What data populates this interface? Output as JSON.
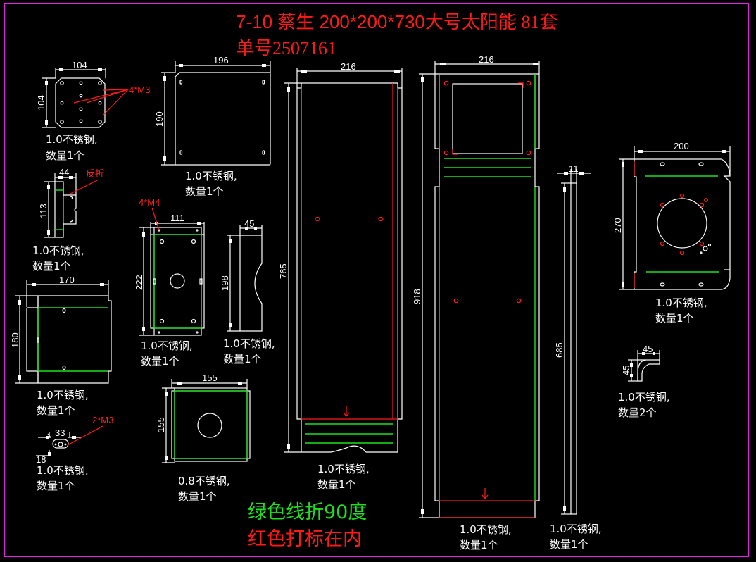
{
  "title": {
    "line1_part1": "7-10 蔡生 200*200*730",
    "line1_part2": "大号太阳能 81套",
    "line2": "单号2507161"
  },
  "legend": {
    "green_rule": "绿色线折90度",
    "red_rule": "红色打标在内"
  },
  "colors": {
    "background": "#000000",
    "outline": "#ffffff",
    "bend_line": "#1ee01e",
    "mark_line": "#ff1a1a",
    "frame": "#e81ee8"
  },
  "parts": [
    {
      "id": "plate-104",
      "dims": {
        "width": "104",
        "height": "104"
      },
      "callout": "4*M3",
      "material": "1.0不锈钢,",
      "quantity": "数量1个"
    },
    {
      "id": "bracket-44",
      "dims": {
        "width": "44",
        "height": "113"
      },
      "callout": "反折",
      "material": "1.0不锈钢,",
      "quantity": "数量1个"
    },
    {
      "id": "box-170",
      "dims": {
        "width": "170",
        "height": "180"
      },
      "material": "1.0不锈钢,",
      "quantity": "数量1个"
    },
    {
      "id": "tab-33",
      "dims": {
        "width": "33",
        "height": "18"
      },
      "callout": "2*M3",
      "material": "1.0不锈钢,",
      "quantity": "数量1个"
    },
    {
      "id": "plate-196",
      "dims": {
        "width": "196",
        "height": "190"
      },
      "material": "1.0不锈钢,",
      "quantity": "数量1个"
    },
    {
      "id": "tray-111",
      "dims": {
        "width": "111",
        "height": "222"
      },
      "callout": "4*M4",
      "material": "1.0不锈钢,",
      "quantity": "数量1个"
    },
    {
      "id": "clamp-45",
      "dims": {
        "width": "45",
        "height": "198"
      },
      "material": "1.0不锈钢,",
      "quantity": "数量1个"
    },
    {
      "id": "cover-155",
      "dims": {
        "width": "155",
        "height": "155"
      },
      "material": "0.8不锈钢,",
      "quantity": "数量1个"
    },
    {
      "id": "panel-765",
      "dims": {
        "width": "216",
        "height": "765"
      },
      "material": "1.0不锈钢,",
      "quantity": "数量1个"
    },
    {
      "id": "panel-918",
      "dims": {
        "width": "216",
        "height": "918"
      },
      "material": "1.0不锈钢,",
      "quantity": "数量1个"
    },
    {
      "id": "strip-685",
      "dims": {
        "width": "11",
        "height": "685"
      },
      "material": "1.0不锈钢,",
      "quantity": "数量1个"
    },
    {
      "id": "base-200",
      "dims": {
        "width": "200",
        "height": "270"
      },
      "material": "1.0不锈钢,",
      "quantity": "数量1个"
    },
    {
      "id": "angle-45",
      "dims": {
        "width": "45",
        "height": "45"
      },
      "material": "1.0不锈钢,",
      "quantity": "数量2个"
    }
  ]
}
